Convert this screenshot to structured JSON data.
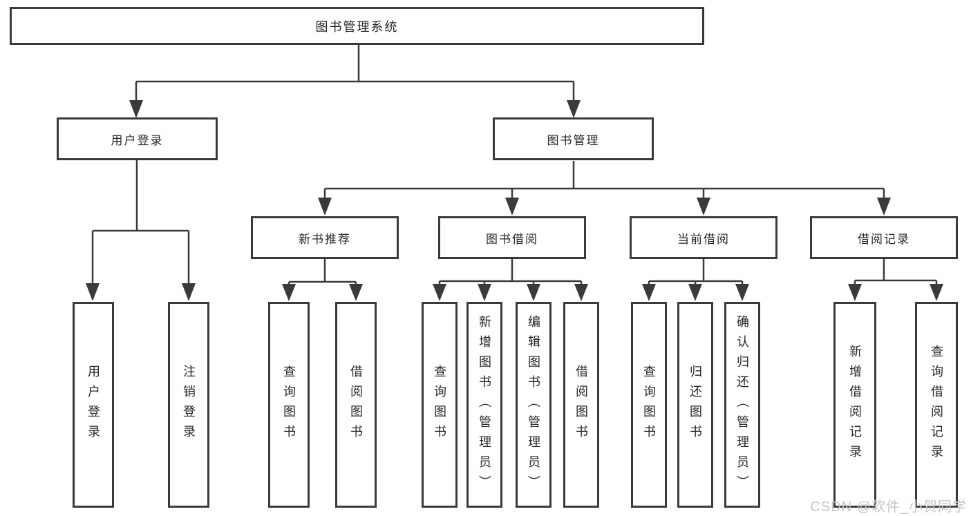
{
  "watermark": "CSDN @软件_小贺同学",
  "colors": {
    "line": "#3a3a3a",
    "border": "#3a3a3a",
    "text": "#262626",
    "background": "#ffffff",
    "watermark": "#c9c6c6"
  },
  "tree": {
    "label": "图书管理系统",
    "children": [
      {
        "label": "用户登录",
        "children": [
          {
            "label": "用户登录"
          },
          {
            "label": "注销登录"
          }
        ]
      },
      {
        "label": "图书管理",
        "children": [
          {
            "label": "新书推荐",
            "children": [
              {
                "label": "查询图书"
              },
              {
                "label": "借阅图书"
              }
            ]
          },
          {
            "label": "图书借阅",
            "children": [
              {
                "label": "查询图书"
              },
              {
                "label": "新增图书（管理员）"
              },
              {
                "label": "编辑图书（管理员）"
              },
              {
                "label": "借阅图书"
              }
            ]
          },
          {
            "label": "当前借阅",
            "children": [
              {
                "label": "查询图书"
              },
              {
                "label": "归还图书"
              },
              {
                "label": "确认归还（管理员）"
              }
            ]
          },
          {
            "label": "借阅记录",
            "children": [
              {
                "label": "新增借阅记录"
              },
              {
                "label": "查询借阅记录"
              }
            ]
          }
        ]
      }
    ]
  }
}
